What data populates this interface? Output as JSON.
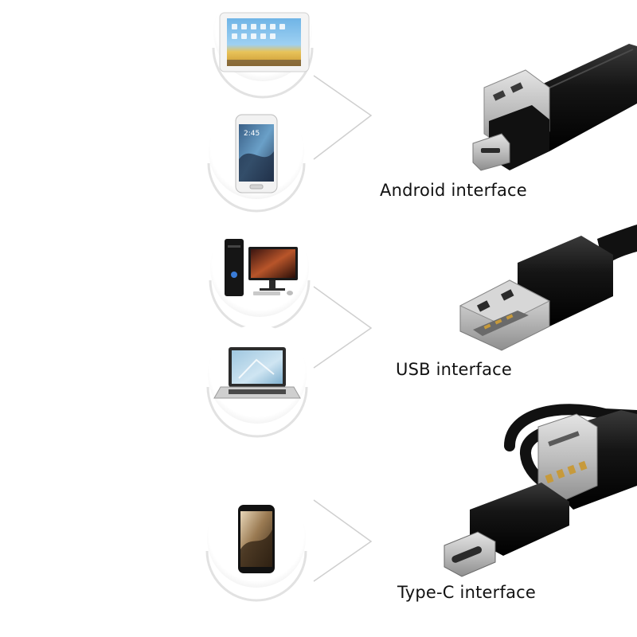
{
  "groups": [
    {
      "label": "Android interface",
      "devices": [
        "tablet",
        "smartphone"
      ],
      "connector": "micro-usb-otg"
    },
    {
      "label": "USB interface",
      "devices": [
        "desktop-computer",
        "laptop"
      ],
      "connector": "usb-a"
    },
    {
      "label": "Type-C interface",
      "devices": [
        "smartphone"
      ],
      "connector": "usb-c"
    }
  ],
  "colors": {
    "background": "#ffffff",
    "cable": "#1a1a1a",
    "metal": "#c9c9c9",
    "bubble_shadow": "#e6e6e6",
    "connector_line": "#cfcfcf"
  }
}
